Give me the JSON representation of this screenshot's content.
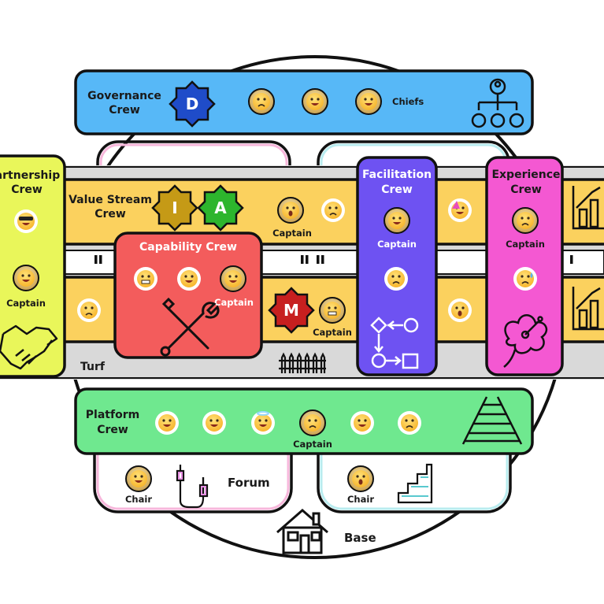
{
  "colors": {
    "governance": "#57b8f7",
    "value_stream": "#fbd15e",
    "capability": "#f35c5c",
    "facilitation": "#6e52f2",
    "experience": "#f458d2",
    "platform": "#6fe88f",
    "partnership": "#e9f65a",
    "turf": "#d9d9d9",
    "forum_outline": "#f7b7db",
    "base_outline": "#b9ecef",
    "badge_d": "#1f4cc9",
    "badge_i": "#c59a16",
    "badge_a": "#2db52d",
    "badge_m": "#c71f1f"
  },
  "governance": {
    "title_line1": "Governance",
    "title_line2": "Crew",
    "badge": "D",
    "chiefs_label": "Chiefs",
    "org_icon": "org-chart-icon"
  },
  "value_stream": {
    "title_line1": "Value Stream",
    "title_line2": "Crew",
    "badge_i": "I",
    "badge_a": "A",
    "badge_m": "M",
    "captain_label": "Captain",
    "captain2_label": "Captain"
  },
  "capability": {
    "title": "Capability Crew",
    "captain_label": "Captain",
    "tool_icon": "wrench-screwdriver-icon"
  },
  "facilitation": {
    "title_line1": "Facilitation",
    "title_line2": "Crew",
    "captain_label": "Captain",
    "flow_icon": "flow-diagram-icon"
  },
  "experience": {
    "title_line1": "Experience",
    "title_line2": "Crew",
    "captain_label": "Captain",
    "flower_icon": "hibiscus-icon"
  },
  "partnership": {
    "title_line1": "Partnership",
    "title_line2": "Crew",
    "captain_label": "Captain",
    "handshake_icon": "handshake-icon"
  },
  "platform": {
    "title_line1": "Platform",
    "title_line2": "Crew",
    "captain_label": "Captain",
    "rail_icon": "railway-track-icon"
  },
  "turf": {
    "label": "Turf",
    "fence_icon": "fence-icon"
  },
  "forum": {
    "label": "Forum",
    "chair_label": "Chair",
    "cable_icon": "cable-icon"
  },
  "base_area": {
    "chair_label": "Chair",
    "stairs_icon": "stairs-icon"
  },
  "base": {
    "label": "Base",
    "house_icon": "house-icon"
  },
  "chart_icon": "growth-chart-icon"
}
